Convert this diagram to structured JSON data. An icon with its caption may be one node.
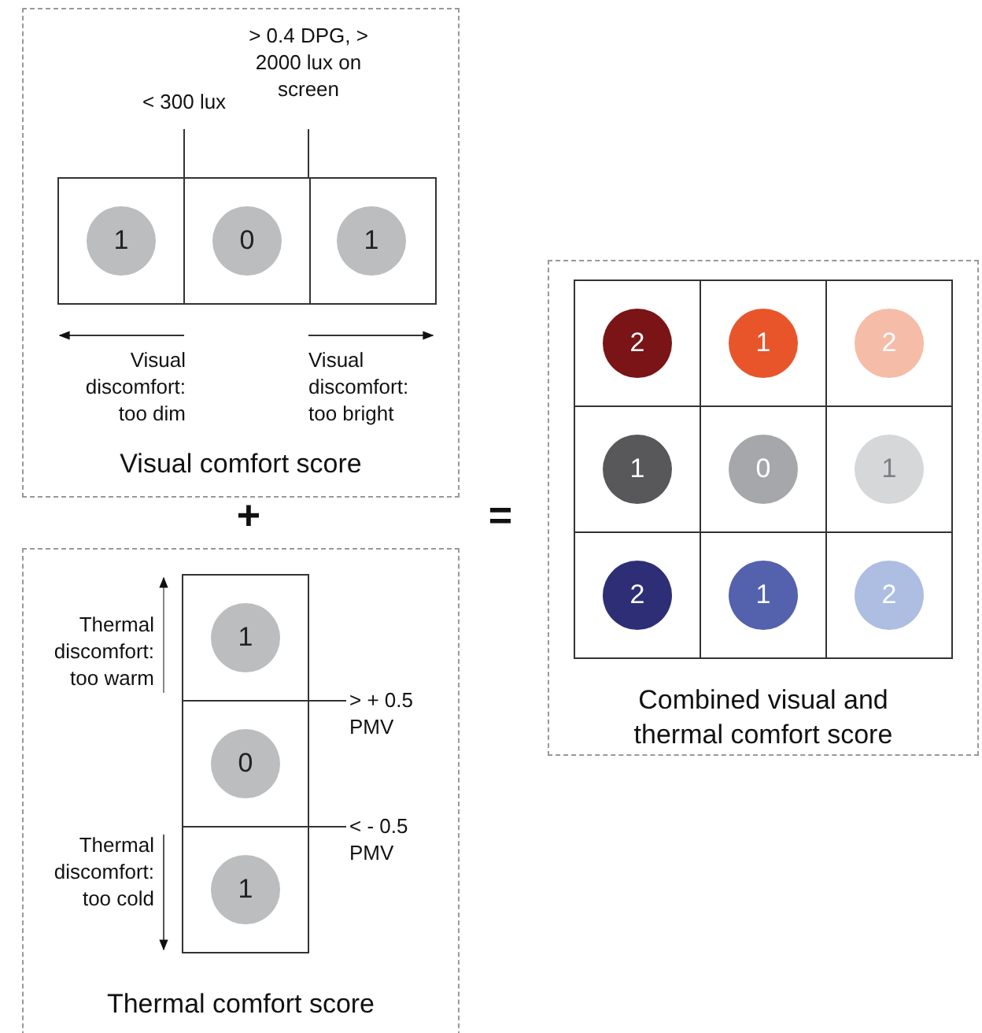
{
  "diagram": {
    "nodes": [
      {
        "text": [
          "Visual comfort score"
        ]
      },
      {
        "text": [
          "1"
        ],
        "in": 0
      },
      {
        "text": [
          "0"
        ],
        "in": 0
      },
      {
        "text": [
          "1"
        ],
        "in": 0
      },
      {
        "text": [
          "Thermal comfort score"
        ]
      },
      {
        "text": [
          "1"
        ],
        "in": 4
      },
      {
        "text": [
          "0"
        ],
        "in": 4
      },
      {
        "text": [
          "1"
        ],
        "in": 4
      },
      {
        "text": [
          "Combined visual and thermal comfort score"
        ]
      },
      {
        "text": [
          "2"
        ],
        "in": 8
      },
      {
        "text": [
          "1"
        ],
        "in": 8
      },
      {
        "text": [
          "2"
        ],
        "in": 8
      },
      {
        "text": [
          "1"
        ],
        "in": 8
      },
      {
        "text": [
          "0"
        ],
        "in": 8
      },
      {
        "text": [
          "1"
        ],
        "in": 8
      },
      {
        "text": [
          "2"
        ],
        "in": 8
      },
      {
        "text": [
          "1"
        ],
        "in": 8
      },
      {
        "text": [
          "2"
        ],
        "in": 8
      }
    ],
    "edges": [],
    "labels": [
      "> 0.4 DPG, > 2000 lux on screen",
      "< 300 lux",
      "Visual discomfort: too dim",
      "Visual discomfort: too bright",
      "+",
      "=",
      "Thermal discomfort: too warm",
      "> + 0.5 PMV",
      "< - 0.5 PMV",
      "Thermal discomfort: too cold"
    ]
  }
}
